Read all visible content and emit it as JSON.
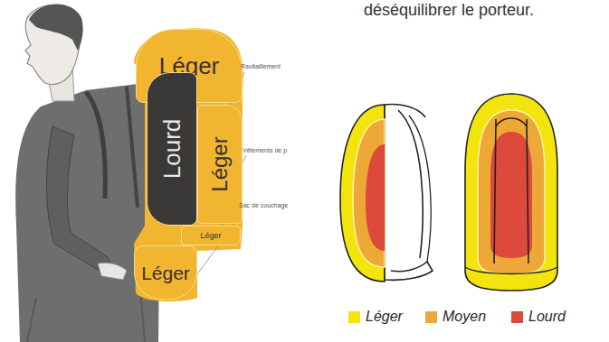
{
  "diagram": {
    "nodes": [
      {
        "text": [
          "Léger"
        ]
      },
      {
        "text": [
          "Lourd"
        ]
      },
      {
        "text": [
          "Léger"
        ]
      },
      {
        "text": [
          "Léger"
        ]
      },
      {
        "text": [
          "Léger"
        ]
      }
    ],
    "labels": [
      "déséquilibrer le porteur.",
      "Ravitaillement",
      "Vêtements de p",
      "Sac de couchage"
    ],
    "legend": [
      {
        "text": "Léger",
        "color": "#f2e40c"
      },
      {
        "text": "Moyen",
        "color": "#eea838"
      },
      {
        "text": "Lourd",
        "color": "#dd4a3c"
      }
    ]
  }
}
